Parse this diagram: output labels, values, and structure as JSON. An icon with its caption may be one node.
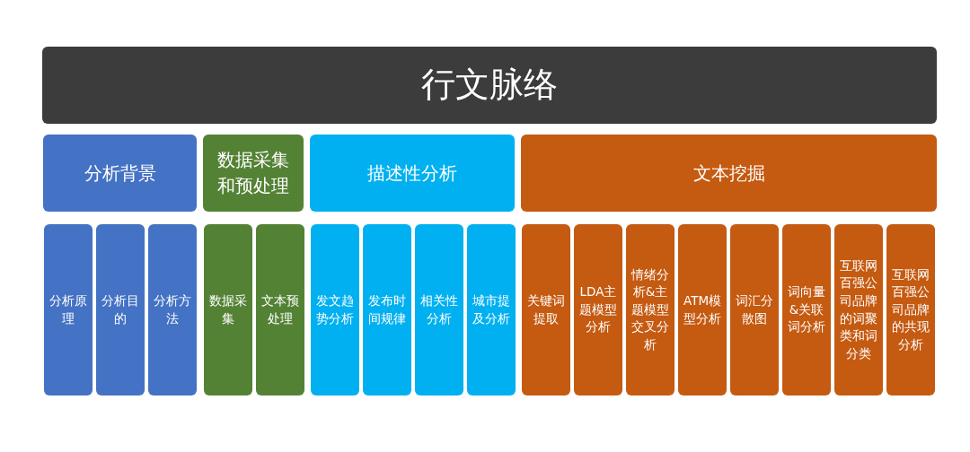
{
  "diagram": {
    "nodes": [
      {
        "text": [
          "行文脉络"
        ]
      },
      {
        "text": [
          "分析背景"
        ]
      },
      {
        "text": [
          "数据采集和预处理"
        ]
      },
      {
        "text": [
          "描述性分析"
        ]
      },
      {
        "text": [
          "文本挖掘"
        ]
      },
      {
        "text": [
          "分析原理"
        ]
      },
      {
        "text": [
          "分析目的"
        ]
      },
      {
        "text": [
          "分析方法"
        ]
      },
      {
        "text": [
          "数据采集"
        ]
      },
      {
        "text": [
          "文本预处理"
        ]
      },
      {
        "text": [
          "发文趋势分析"
        ]
      },
      {
        "text": [
          "发布时间规律"
        ]
      },
      {
        "text": [
          "相关性分析"
        ]
      },
      {
        "text": [
          "城市提及分析"
        ]
      },
      {
        "text": [
          "关键词提取"
        ]
      },
      {
        "text": [
          "LDA主题模型分析"
        ]
      },
      {
        "text": [
          "情绪分析&主题模型交叉分析"
        ]
      },
      {
        "text": [
          "ATM模型分析"
        ]
      },
      {
        "text": [
          "词汇分散图"
        ]
      },
      {
        "text": [
          "词向量&关联词分析"
        ]
      },
      {
        "text": [
          "互联网百强公司品牌的词聚类和词分类"
        ]
      },
      {
        "text": [
          "互联网百强公司品牌的共现分析"
        ]
      }
    ],
    "edges": []
  }
}
